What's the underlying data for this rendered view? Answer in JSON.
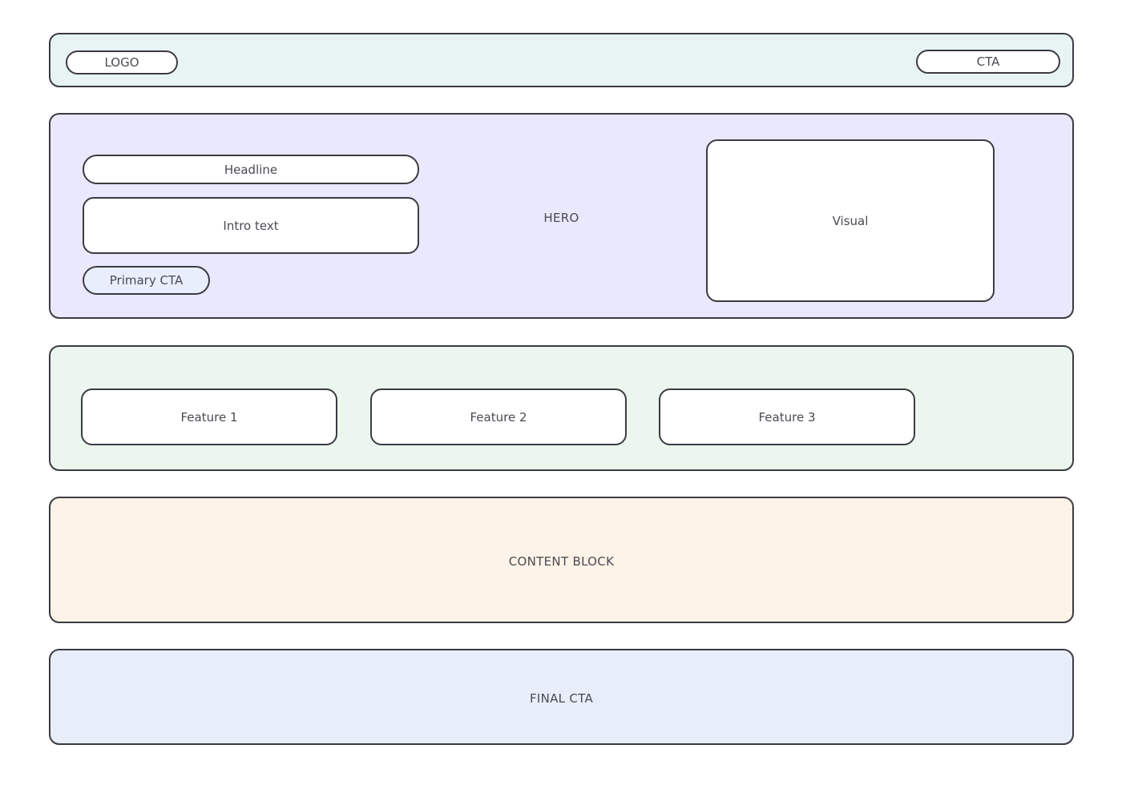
{
  "palette": {
    "page_background": "#ffffff",
    "outline": "#3b3b42",
    "text": "#4a4a52",
    "header_fill": "#e8f4f3",
    "hero_fill": "#eae8fd",
    "features_fill": "#ebf7ee",
    "content_fill": "#fdf3e8",
    "final_cta_fill": "#e8eef9",
    "placeholder_fill": "#ffffff",
    "primary_cta_fill": "#e8eefb"
  },
  "header": {
    "logo_label": "LOGO",
    "cta_label": "CTA"
  },
  "hero": {
    "section_label": "HERO",
    "headline_label": "Headline",
    "intro_label": "Intro text",
    "primary_cta_label": "Primary CTA",
    "visual_label": "Visual"
  },
  "features": {
    "items": [
      {
        "label": "Feature 1"
      },
      {
        "label": "Feature 2"
      },
      {
        "label": "Feature 3"
      }
    ]
  },
  "content": {
    "label": "CONTENT BLOCK"
  },
  "final_cta": {
    "label": "FINAL CTA"
  }
}
